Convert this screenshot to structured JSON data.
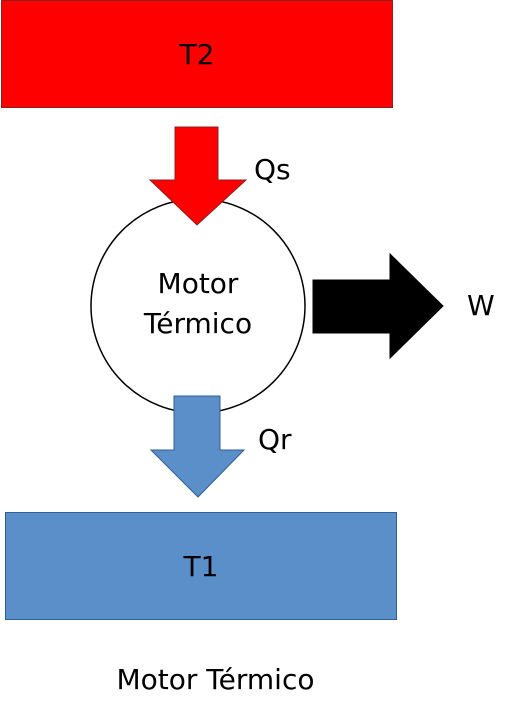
{
  "hot_reservoir": {
    "label": "T2",
    "color": "#ff0000"
  },
  "cold_reservoir": {
    "label": "T1",
    "color": "#5b8fc9"
  },
  "engine": {
    "line1": "Motor",
    "line2": "Térmico"
  },
  "heat_in": {
    "label": "Qs",
    "color": "#ff0000"
  },
  "heat_out": {
    "label": "Qr",
    "color": "#5b8fc9"
  },
  "work": {
    "label": "W",
    "color": "#000000"
  },
  "caption": "Motor Térmico"
}
